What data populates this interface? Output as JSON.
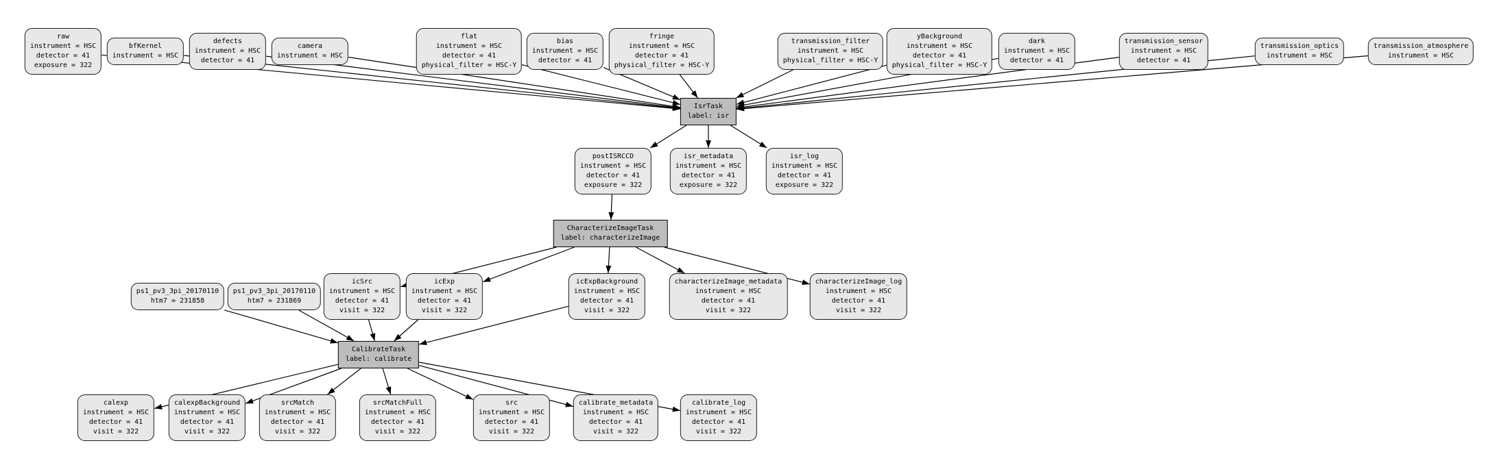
{
  "graph": {
    "colors": {
      "dataset_fill": "#e8e8e8",
      "dataset_border": "#1a1a1a",
      "task_fill": "#bdbdbd",
      "task_border": "#000000",
      "edge": "#000000"
    },
    "nodes": {
      "raw": {
        "title": "raw",
        "lines": [
          "instrument = HSC",
          "detector = 41",
          "exposure = 322"
        ]
      },
      "bfKernel": {
        "title": "bfKernel",
        "lines": [
          "instrument = HSC"
        ]
      },
      "defects": {
        "title": "defects",
        "lines": [
          "instrument = HSC",
          "detector = 41"
        ]
      },
      "camera": {
        "title": "camera",
        "lines": [
          "instrument = HSC"
        ]
      },
      "flat": {
        "title": "flat",
        "lines": [
          "instrument = HSC",
          "detector = 41",
          "physical_filter = HSC-Y"
        ]
      },
      "bias": {
        "title": "bias",
        "lines": [
          "instrument = HSC",
          "detector = 41"
        ]
      },
      "fringe": {
        "title": "fringe",
        "lines": [
          "instrument = HSC",
          "detector = 41",
          "physical_filter = HSC-Y"
        ]
      },
      "transmission_filter": {
        "title": "transmission_filter",
        "lines": [
          "instrument = HSC",
          "physical_filter = HSC-Y"
        ]
      },
      "yBackground": {
        "title": "yBackground",
        "lines": [
          "instrument = HSC",
          "detector = 41",
          "physical_filter = HSC-Y"
        ]
      },
      "dark": {
        "title": "dark",
        "lines": [
          "instrument = HSC",
          "detector = 41"
        ]
      },
      "transmission_sensor": {
        "title": "transmission_sensor",
        "lines": [
          "instrument = HSC",
          "detector = 41"
        ]
      },
      "transmission_optics": {
        "title": "transmission_optics",
        "lines": [
          "instrument = HSC"
        ]
      },
      "transmission_atmosphere": {
        "title": "transmission_atmosphere",
        "lines": [
          "instrument = HSC"
        ]
      },
      "isr_task": {
        "title": "IsrTask",
        "lines": [
          "label: isr"
        ]
      },
      "postISRCCD": {
        "title": "postISRCCD",
        "lines": [
          "instrument = HSC",
          "detector = 41",
          "exposure = 322"
        ]
      },
      "isr_metadata": {
        "title": "isr_metadata",
        "lines": [
          "instrument = HSC",
          "detector = 41",
          "exposure = 322"
        ]
      },
      "isr_log": {
        "title": "isr_log",
        "lines": [
          "instrument = HSC",
          "detector = 41",
          "exposure = 322"
        ]
      },
      "characterizeImage_task": {
        "title": "CharacterizeImageTask",
        "lines": [
          "label: characterizeImage"
        ]
      },
      "ps1_a": {
        "title": "ps1_pv3_3pi_20170110",
        "lines": [
          "htm7 = 231858"
        ]
      },
      "ps1_b": {
        "title": "ps1_pv3_3pi_20170110",
        "lines": [
          "htm7 = 231869"
        ]
      },
      "icSrc": {
        "title": "icSrc",
        "lines": [
          "instrument = HSC",
          "detector = 41",
          "visit = 322"
        ]
      },
      "icExp": {
        "title": "icExp",
        "lines": [
          "instrument = HSC",
          "detector = 41",
          "visit = 322"
        ]
      },
      "icExpBackground": {
        "title": "icExpBackground",
        "lines": [
          "instrument = HSC",
          "detector = 41",
          "visit = 322"
        ]
      },
      "characterizeImage_metadata": {
        "title": "characterizeImage_metadata",
        "lines": [
          "instrument = HSC",
          "detector = 41",
          "visit = 322"
        ]
      },
      "characterizeImage_log": {
        "title": "characterizeImage_log",
        "lines": [
          "instrument = HSC",
          "detector = 41",
          "visit = 322"
        ]
      },
      "calibrate_task": {
        "title": "CalibrateTask",
        "lines": [
          "label: calibrate"
        ]
      },
      "calexp": {
        "title": "calexp",
        "lines": [
          "instrument = HSC",
          "detector = 41",
          "visit = 322"
        ]
      },
      "calexpBackground": {
        "title": "calexpBackground",
        "lines": [
          "instrument = HSC",
          "detector = 41",
          "visit = 322"
        ]
      },
      "srcMatch": {
        "title": "srcMatch",
        "lines": [
          "instrument = HSC",
          "detector = 41",
          "visit = 322"
        ]
      },
      "srcMatchFull": {
        "title": "srcMatchFull",
        "lines": [
          "instrument = HSC",
          "detector = 41",
          "visit = 322"
        ]
      },
      "src": {
        "title": "src",
        "lines": [
          "instrument = HSC",
          "detector = 41",
          "visit = 322"
        ]
      },
      "calibrate_metadata": {
        "title": "calibrate_metadata",
        "lines": [
          "instrument = HSC",
          "detector = 41",
          "visit = 322"
        ]
      },
      "calibrate_log": {
        "title": "calibrate_log",
        "lines": [
          "instrument = HSC",
          "detector = 41",
          "visit = 322"
        ]
      }
    },
    "edges": [
      [
        "raw",
        "isr_task"
      ],
      [
        "bfKernel",
        "isr_task"
      ],
      [
        "defects",
        "isr_task"
      ],
      [
        "camera",
        "isr_task"
      ],
      [
        "flat",
        "isr_task"
      ],
      [
        "bias",
        "isr_task"
      ],
      [
        "fringe",
        "isr_task"
      ],
      [
        "transmission_filter",
        "isr_task"
      ],
      [
        "yBackground",
        "isr_task"
      ],
      [
        "dark",
        "isr_task"
      ],
      [
        "transmission_sensor",
        "isr_task"
      ],
      [
        "transmission_optics",
        "isr_task"
      ],
      [
        "transmission_atmosphere",
        "isr_task"
      ],
      [
        "isr_task",
        "postISRCCD"
      ],
      [
        "isr_task",
        "isr_metadata"
      ],
      [
        "isr_task",
        "isr_log"
      ],
      [
        "postISRCCD",
        "characterizeImage_task"
      ],
      [
        "characterizeImage_task",
        "icSrc"
      ],
      [
        "characterizeImage_task",
        "icExp"
      ],
      [
        "characterizeImage_task",
        "icExpBackground"
      ],
      [
        "characterizeImage_task",
        "characterizeImage_metadata"
      ],
      [
        "characterizeImage_task",
        "characterizeImage_log"
      ],
      [
        "ps1_a",
        "calibrate_task"
      ],
      [
        "ps1_b",
        "calibrate_task"
      ],
      [
        "icSrc",
        "calibrate_task"
      ],
      [
        "icExp",
        "calibrate_task"
      ],
      [
        "icExpBackground",
        "calibrate_task"
      ],
      [
        "calibrate_task",
        "calexp"
      ],
      [
        "calibrate_task",
        "calexpBackground"
      ],
      [
        "calibrate_task",
        "srcMatch"
      ],
      [
        "calibrate_task",
        "srcMatchFull"
      ],
      [
        "calibrate_task",
        "src"
      ],
      [
        "calibrate_task",
        "calibrate_metadata"
      ],
      [
        "calibrate_task",
        "calibrate_log"
      ]
    ]
  }
}
